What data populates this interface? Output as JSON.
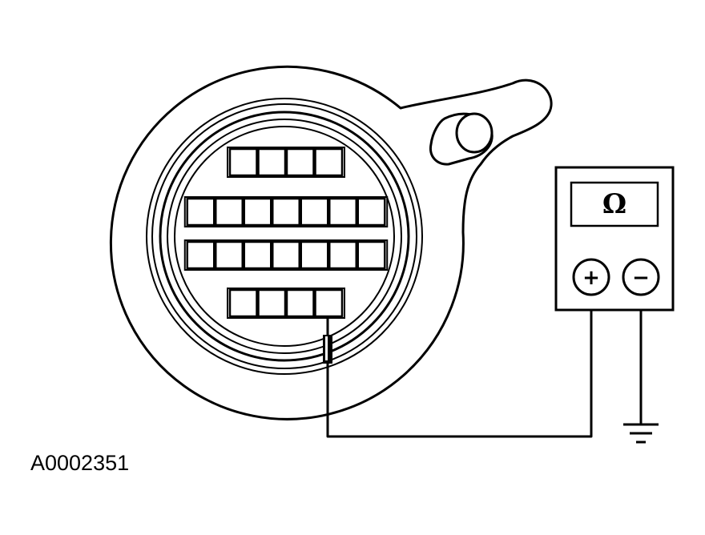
{
  "figure_id": "A0002351",
  "meter": {
    "display_symbol": "Ω",
    "positive_terminal": "+",
    "negative_terminal": "−"
  },
  "connector": {
    "pin_rows": [
      4,
      7,
      7,
      4
    ],
    "probed_row": 4,
    "probed_pin": 4
  },
  "icons": {
    "ground": "ground-symbol-icon",
    "probe": "test-probe-icon"
  }
}
